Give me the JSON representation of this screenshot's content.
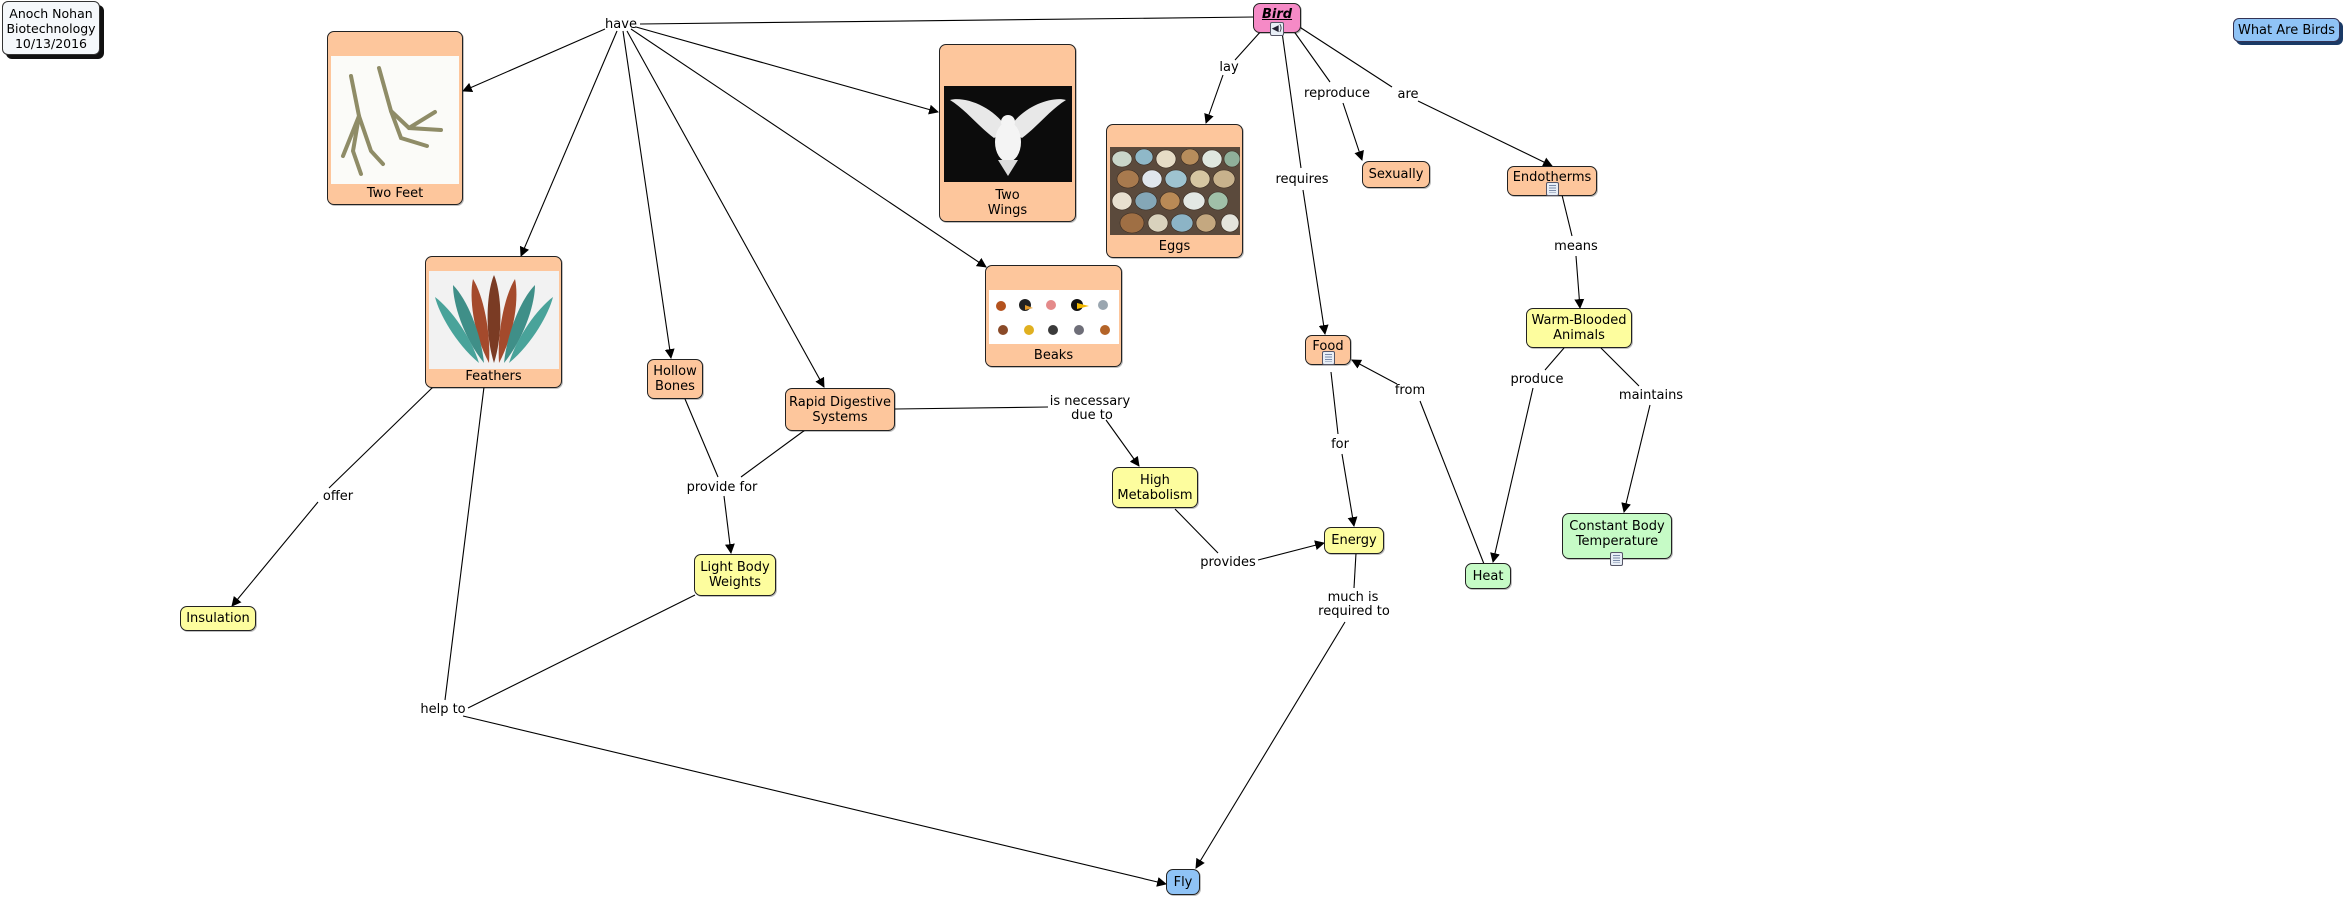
{
  "author": {
    "name": "Anoch Nohan",
    "course": "Biotechnology",
    "date": "10/13/2016"
  },
  "link_button": {
    "label": "What Are Birds"
  },
  "nodes": {
    "bird": "Bird",
    "two_feet": "Two Feet",
    "two_wings": "Two\nWings",
    "eggs": "Eggs",
    "feathers": "Feathers",
    "beaks": "Beaks",
    "hollow_bones": "Hollow\nBones",
    "rapid_digestive": "Rapid Digestive\nSystems",
    "sexually": "Sexually",
    "endotherms": "Endotherms",
    "warm_blooded": "Warm-Blooded\nAnimals",
    "food": "Food",
    "high_metabolism": "High\nMetabolism",
    "light_body": "Light Body\nWeights",
    "energy": "Energy",
    "heat": "Heat",
    "constant_temp": "Constant Body\nTemperature",
    "insulation": "Insulation",
    "fly": "Fly"
  },
  "link_phrases": {
    "have": "have",
    "lay": "lay",
    "reproduce": "reproduce",
    "are": "are",
    "requires": "requires",
    "means": "means",
    "produce": "produce",
    "maintains": "maintains",
    "from": "from",
    "for": "for",
    "is_necessary_1": "is necessary",
    "is_necessary_2": "due to",
    "provide_for": "provide for",
    "provides": "provides",
    "much_is_1": "much is",
    "much_is_2": "required to",
    "offer": "offer",
    "help_to": "help to"
  },
  "colors": {
    "orange_node": "#fdc69c",
    "yellow_node": "#fdfd9e",
    "green_node": "#c6fbc6",
    "blue_node": "#8fc3f6",
    "root_node": "#f58ac6"
  },
  "icons": [
    "document-icon",
    "speaker-icon"
  ]
}
